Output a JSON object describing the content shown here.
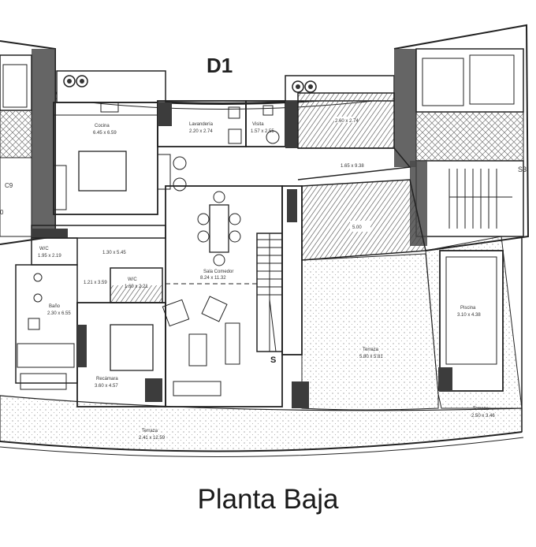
{
  "unit_label": "D1",
  "plan_title": "Planta Baja",
  "stair_label": "S",
  "rooms": {
    "cocina": {
      "name": "Cocina",
      "dims": "6.45 x 6.59"
    },
    "lavanderia": {
      "name": "Lavandería",
      "dims": "2.20 x 2.74"
    },
    "visita": {
      "name": "Visita",
      "dims": "1.57 x 2.55"
    },
    "hall": {
      "dims": "1.65 x 9.38"
    },
    "sala": {
      "name": "Sala Comedor",
      "dims": "8.24 x 11.32"
    },
    "bano": {
      "name": "Baño",
      "dims": "2.30 x 6.55"
    },
    "wc1": {
      "name": "W/C",
      "dims": "1.95 x 2.19"
    },
    "wc2": {
      "name": "W/C",
      "dims": "1.60 x 2.21"
    },
    "pasillo": {
      "dims": "1.30 x 5.45"
    },
    "pasillo2": {
      "dims": "1.21 x 3.59"
    },
    "recamara": {
      "name": "Recámara",
      "dims": "3.60 x 4.57"
    },
    "terraza_center": {
      "name": "Terraza",
      "dims": "5.80 x 5.81"
    },
    "terraza_front": {
      "name": "Terraza",
      "dims": "2.41 x 12.59"
    },
    "terraza_right": {
      "name": "Terraza",
      "dims": "2.50 x 3.46"
    },
    "piscina": {
      "name": "Piscina",
      "dims": "3.10 x 4.38"
    },
    "stair_right": {
      "name": "S3"
    }
  },
  "colors": {
    "line": "#1e1e1e",
    "wall": "#3a3a3a",
    "hatch": "#555555"
  }
}
